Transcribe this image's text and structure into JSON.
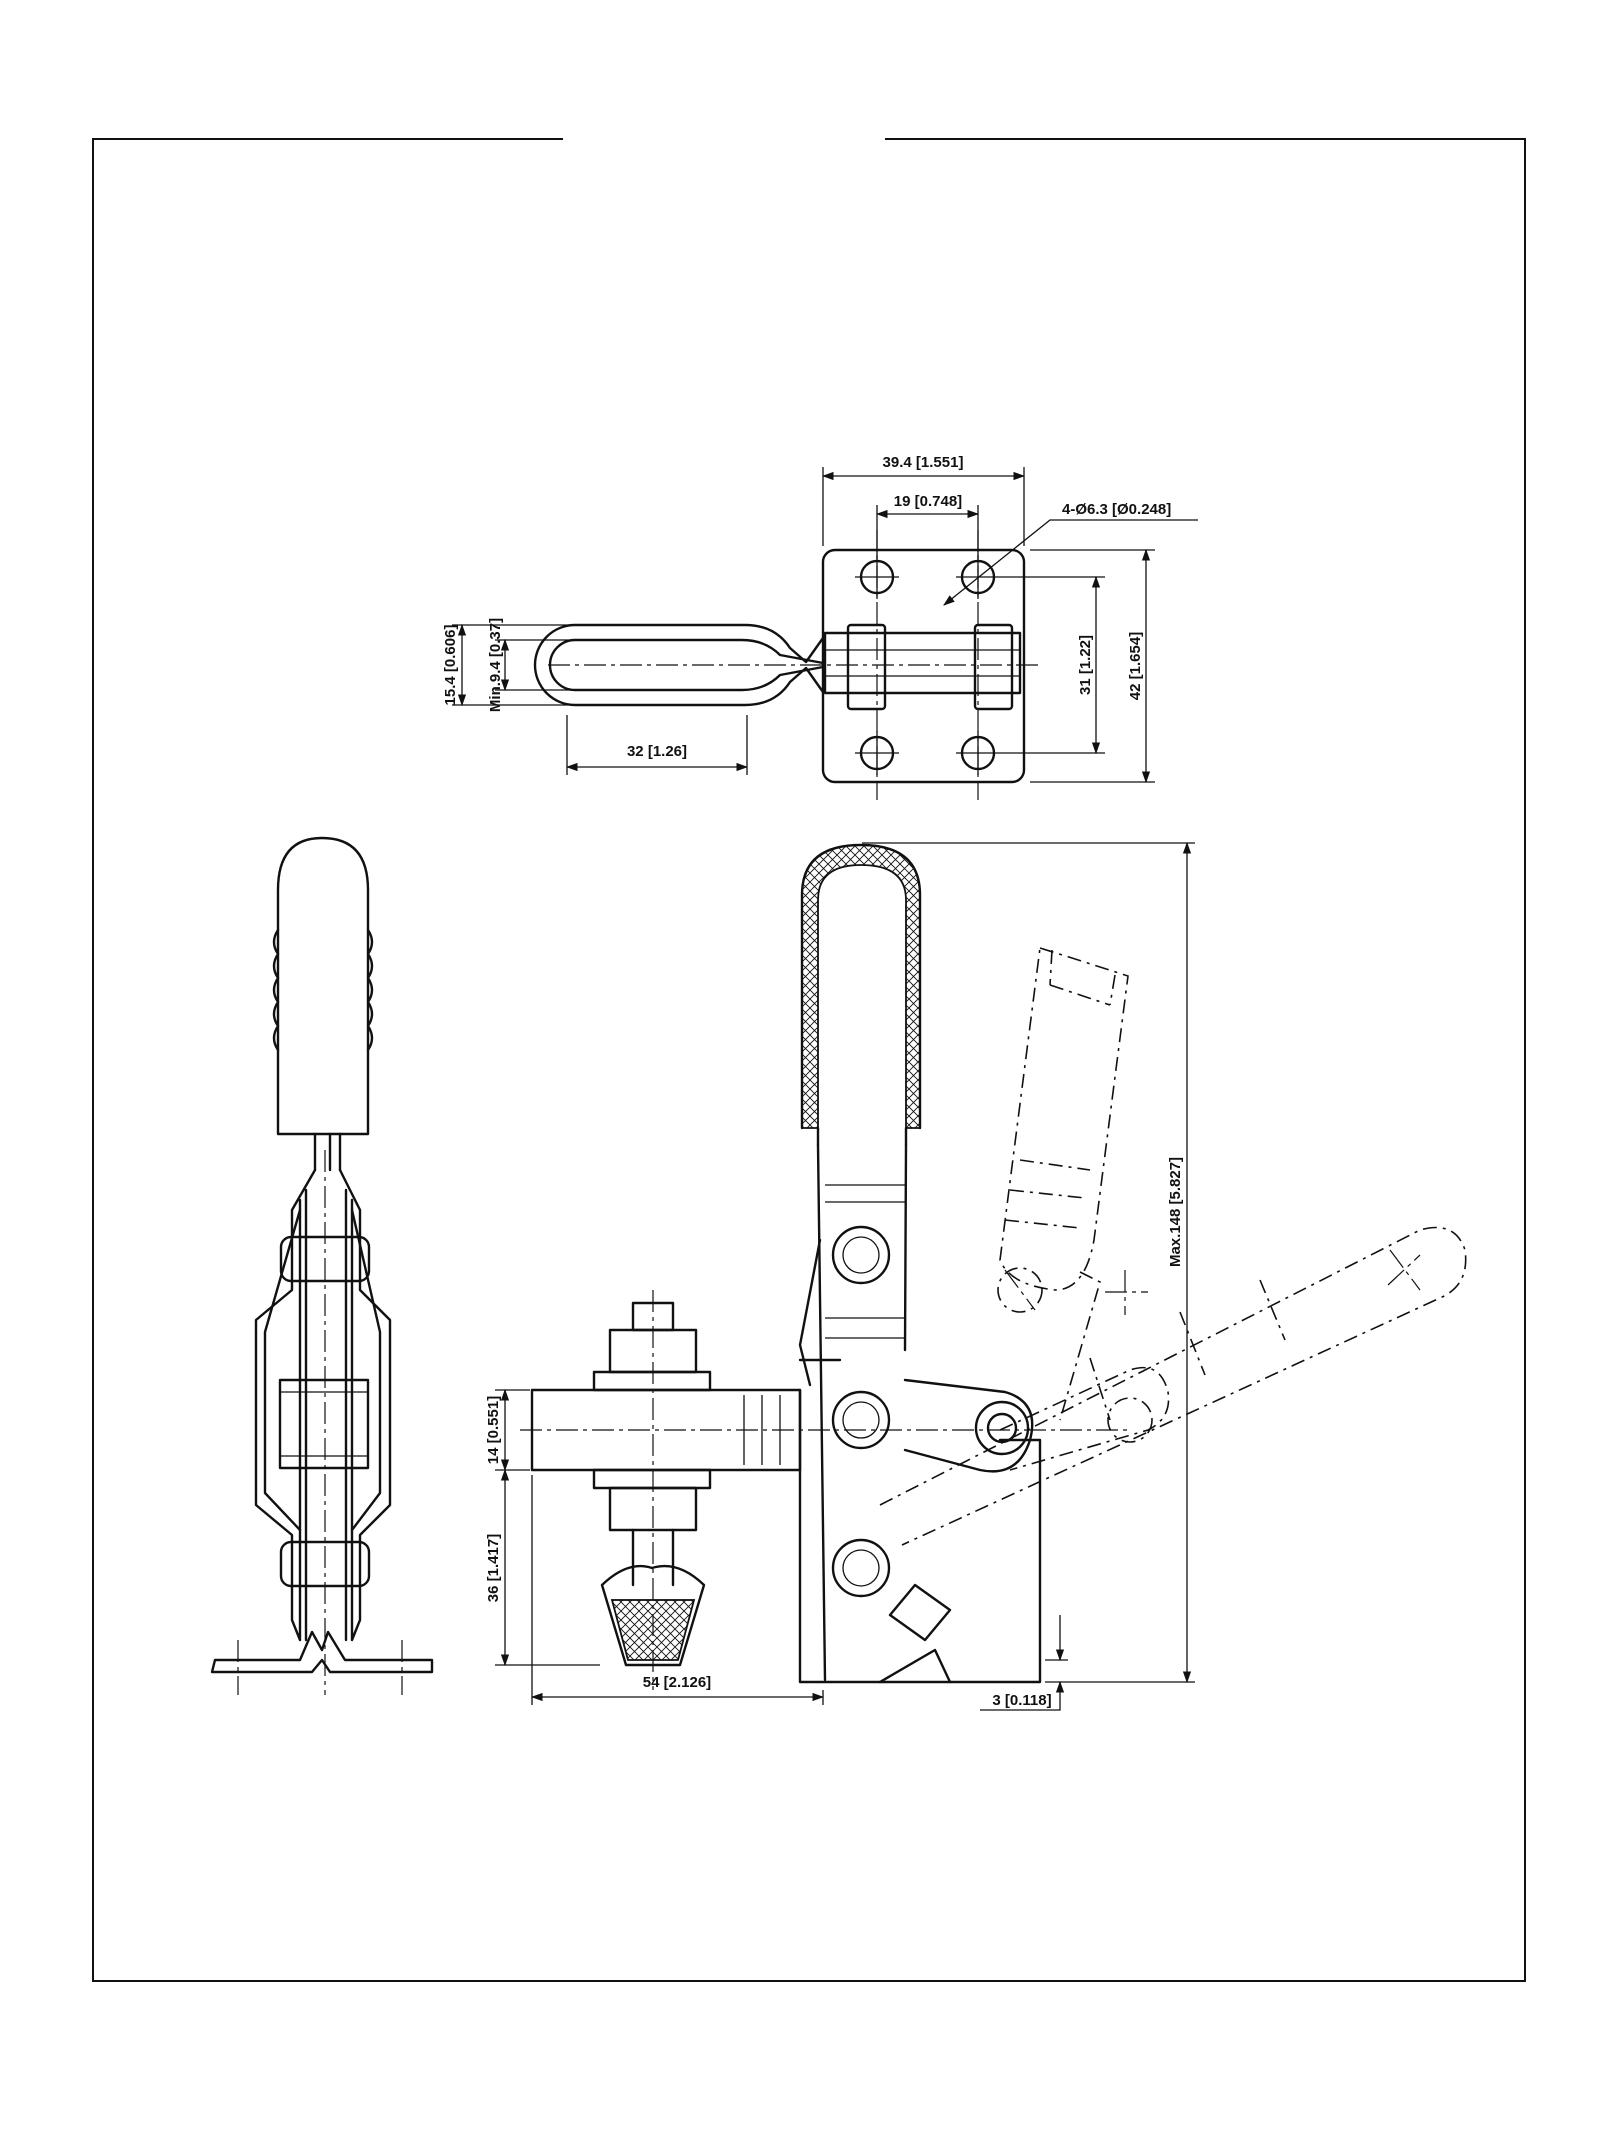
{
  "drawing": {
    "dimensions": {
      "top_overall_width": "39.4 [1.551]",
      "top_hole_pitch_x": "19 [0.748]",
      "top_hole_spec": "4-Ø6.3 [Ø0.248]",
      "top_hole_pitch_y": "31 [1.22]",
      "top_base_height": "42 [1.654]",
      "top_handle_width": "15.4 [0.606]",
      "top_handle_min": "Min.9.4 [0.37]",
      "top_handle_reach": "32 [1.26]",
      "side_arm_thickness": "14 [0.551]",
      "side_spindle_drop": "36 [1.417]",
      "side_arm_reach": "54 [2.126]",
      "side_max_height": "Max.148 [5.827]",
      "side_base_thickness": "3 [0.118]"
    }
  }
}
